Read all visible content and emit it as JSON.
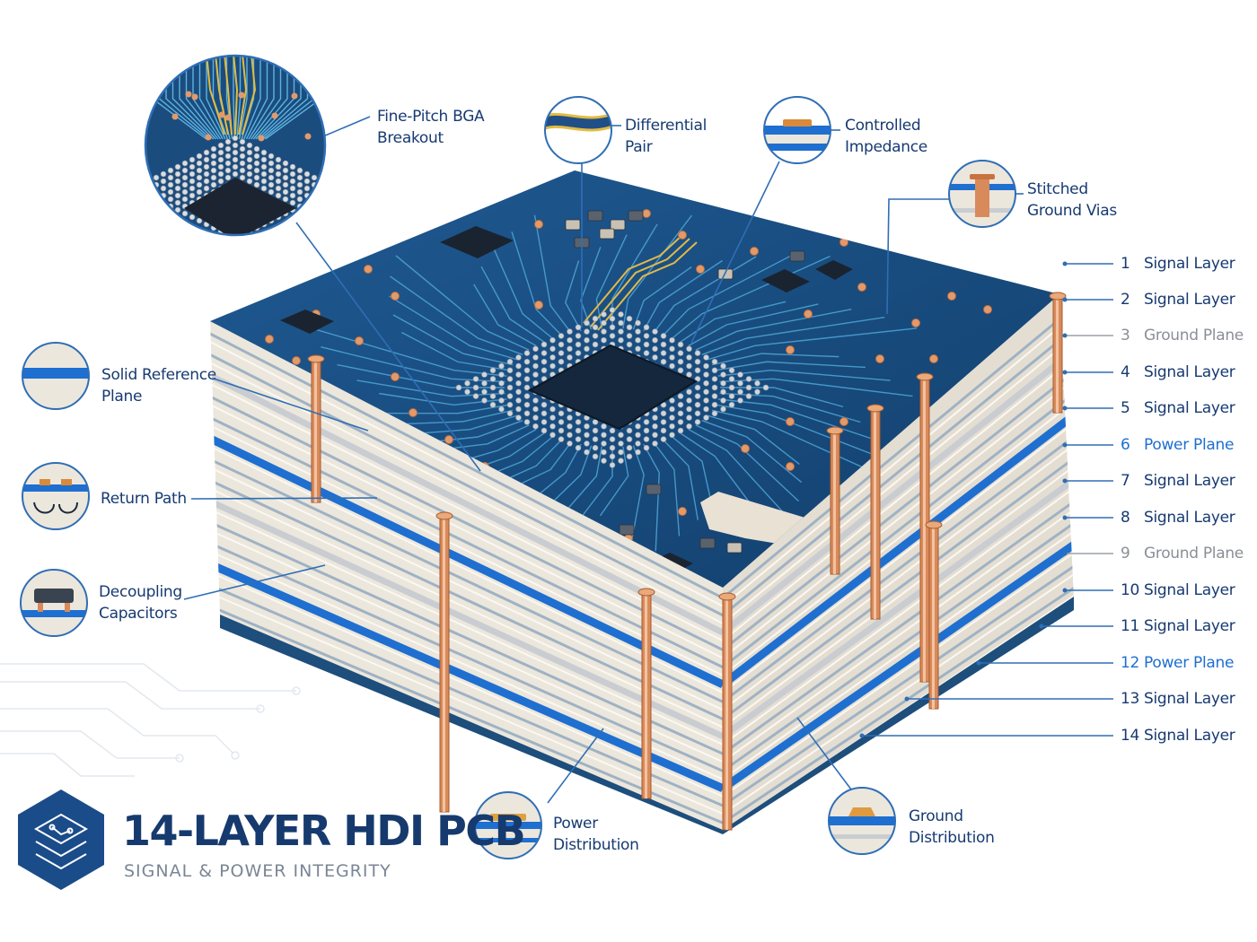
{
  "title": "14-LAYER HDI PCB",
  "subtitle": "SIGNAL & POWER INTEGRITY",
  "callouts": {
    "bga": {
      "line1": "Fine-Pitch BGA",
      "line2": "Breakout"
    },
    "diff": {
      "line1": "Differential",
      "line2": "Pair"
    },
    "impedance": {
      "line1": "Controlled",
      "line2": "Impedance"
    },
    "stitched": {
      "line1": "Stitched",
      "line2": "Ground Vias"
    },
    "reference": {
      "line1": "Solid Reference",
      "line2": "Plane"
    },
    "return_path": {
      "line1": "Return Path"
    },
    "decoupling": {
      "line1": "Decoupling",
      "line2": "Capacitors"
    },
    "power_dist": {
      "line1": "Power",
      "line2": "Distribution"
    },
    "ground_dist": {
      "line1": "Ground",
      "line2": "Distribution"
    }
  },
  "layers": [
    {
      "num": "1",
      "name": "Signal Layer",
      "type": "signal"
    },
    {
      "num": "2",
      "name": "Signal Layer",
      "type": "signal"
    },
    {
      "num": "3",
      "name": "Ground Plane",
      "type": "ground"
    },
    {
      "num": "4",
      "name": "Signal Layer",
      "type": "signal"
    },
    {
      "num": "5",
      "name": "Signal Layer",
      "type": "signal"
    },
    {
      "num": "6",
      "name": "Power Plane",
      "type": "power"
    },
    {
      "num": "7",
      "name": "Signal Layer",
      "type": "signal"
    },
    {
      "num": "8",
      "name": "Signal Layer",
      "type": "signal"
    },
    {
      "num": "9",
      "name": "Ground Plane",
      "type": "ground"
    },
    {
      "num": "10",
      "name": "Signal Layer",
      "type": "signal"
    },
    {
      "num": "11",
      "name": "Signal Layer",
      "type": "signal"
    },
    {
      "num": "12",
      "name": "Power Plane",
      "type": "power"
    },
    {
      "num": "13",
      "name": "Signal Layer",
      "type": "signal"
    },
    {
      "num": "14",
      "name": "Signal Layer",
      "type": "signal"
    }
  ],
  "colors": {
    "board": "#1c4f86",
    "trace": "#4fa6d6",
    "copper": "#d98a5a",
    "dielectric": "#ece7dc",
    "power_plane": "#1e6fd0",
    "ground_plane": "#c9cdd2",
    "label": "#173a72"
  },
  "icons": {
    "logo": "pcb-layers-logo-icon"
  }
}
